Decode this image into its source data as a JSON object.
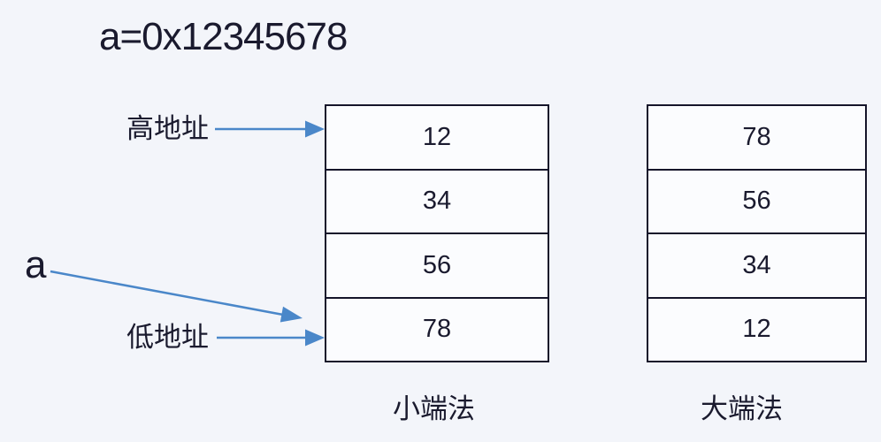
{
  "diagram": {
    "title": "a=0x12345678",
    "pointer_label": "a",
    "high_address_label": "高地址",
    "low_address_label": "低地址",
    "stacks": [
      {
        "name": "little-endian",
        "caption": "小端法",
        "cells": [
          "12",
          "34",
          "56",
          "78"
        ]
      },
      {
        "name": "big-endian",
        "caption": "大端法",
        "cells": [
          "78",
          "56",
          "34",
          "12"
        ]
      }
    ]
  },
  "colors": {
    "background": "#f3f5fa",
    "cell_fill": "#fbfcfe",
    "line": "#15152a",
    "ink": "#1a1a2e",
    "arrow_blue": "#4a87c9"
  }
}
